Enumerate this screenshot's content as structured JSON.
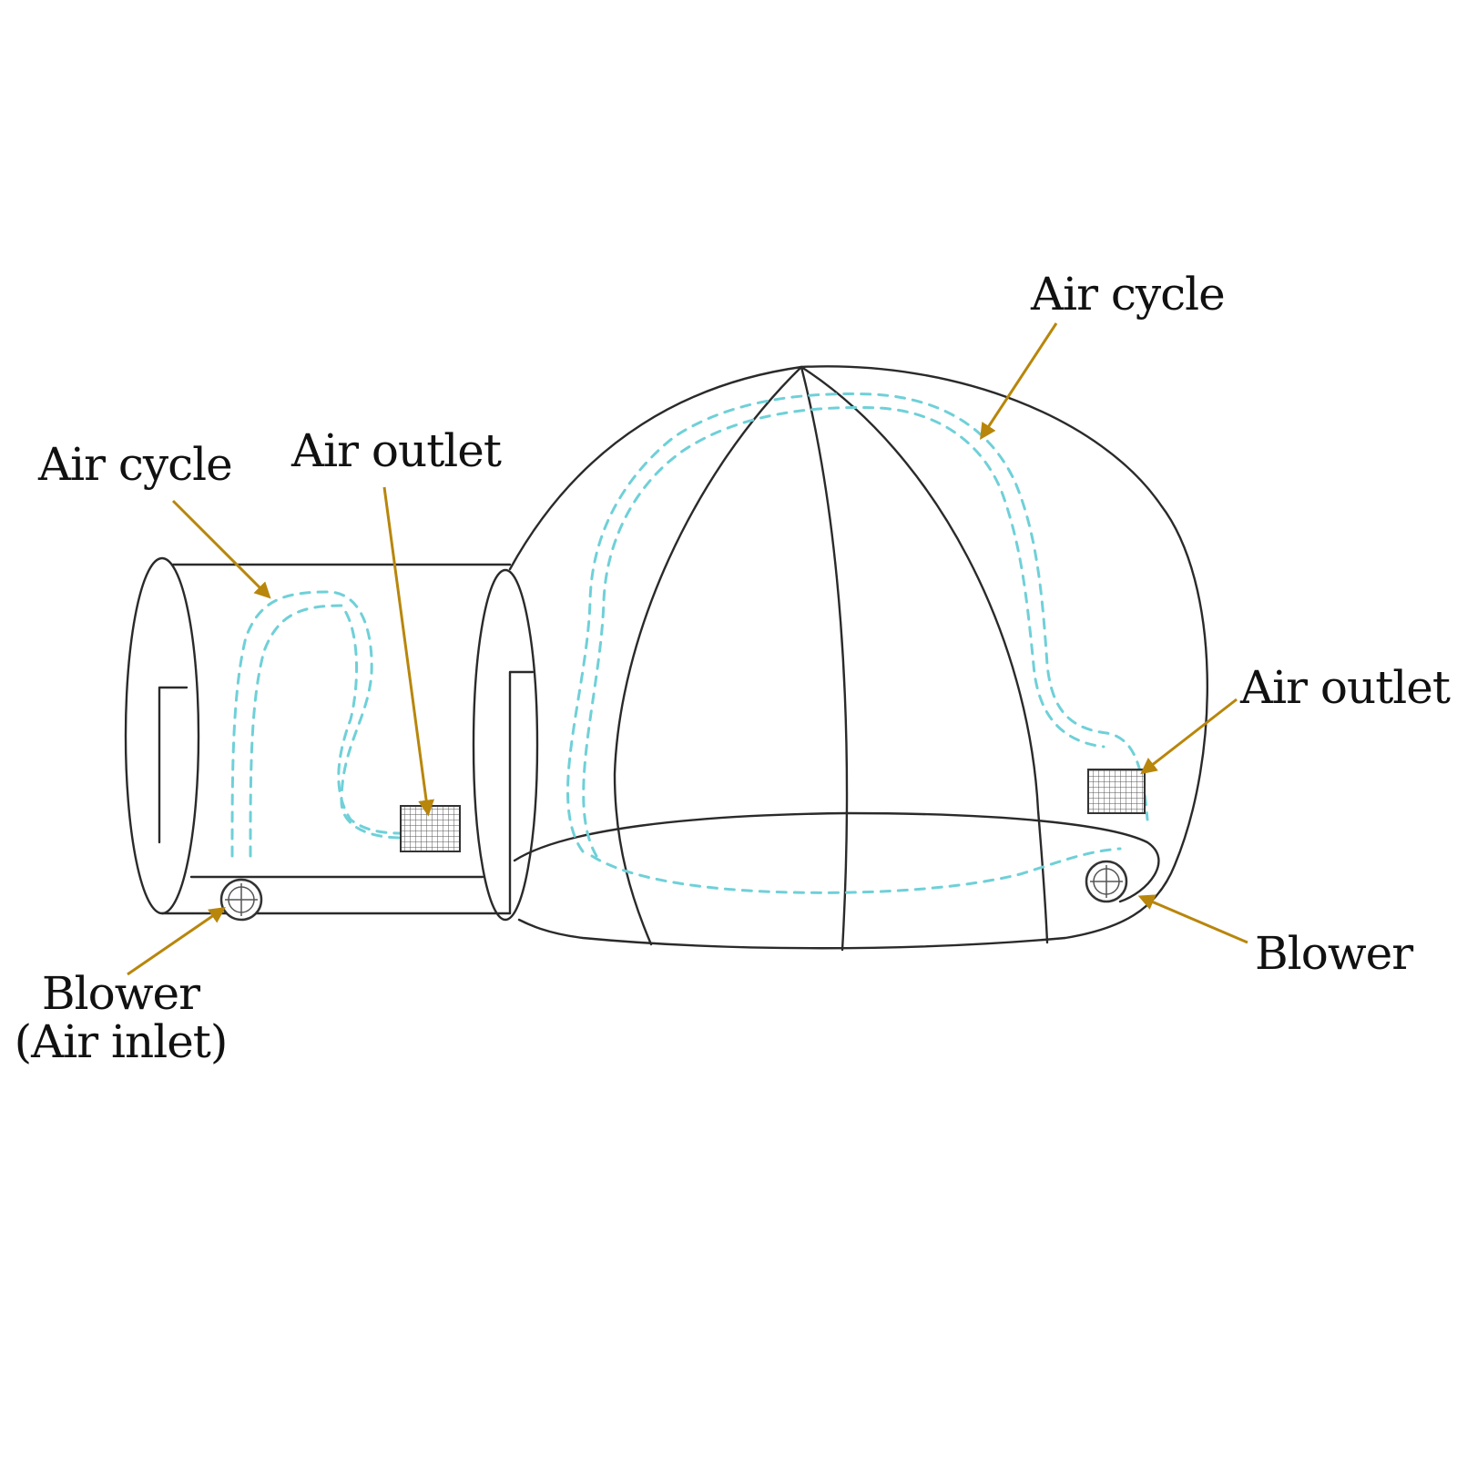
{
  "labels": {
    "air_cycle_left": "Air cycle",
    "air_outlet_left": "Air outlet",
    "air_cycle_right": "Air cycle",
    "air_outlet_right": "Air outlet",
    "blower_left_line1": "Blower",
    "blower_left_line2": "(Air inlet)",
    "blower_right": "Blower"
  },
  "colors": {
    "arrow": "#b8860b",
    "airflow": "#6fd0d8",
    "outline": "#2a2a2a"
  },
  "icons": [
    "blower-fan-icon",
    "air-outlet-grille-icon"
  ]
}
